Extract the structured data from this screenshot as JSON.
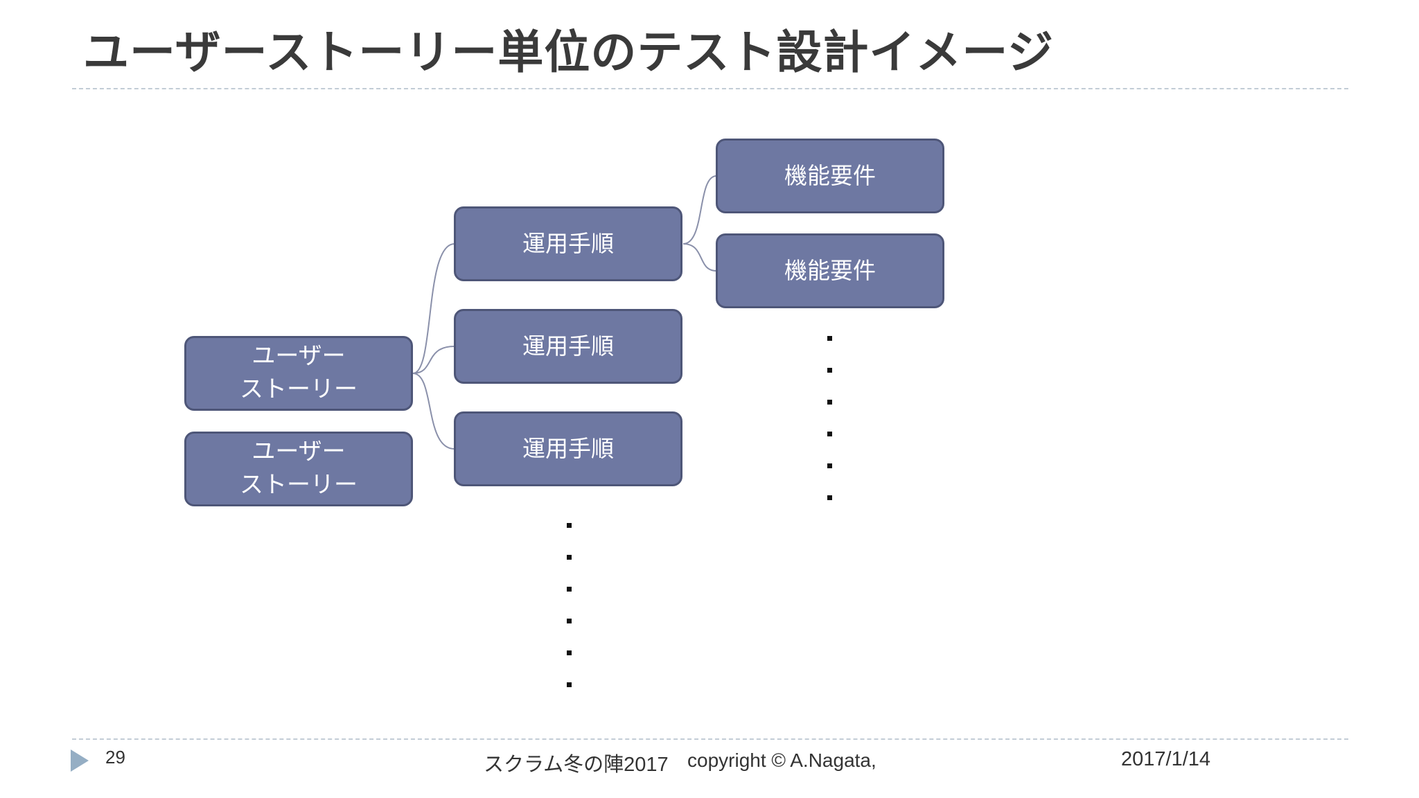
{
  "title": "ユーザーストーリー単位のテスト設計イメージ",
  "diagram": {
    "user_stories": [
      {
        "line1": "ユーザー",
        "line2": "ストーリー"
      },
      {
        "line1": "ユーザー",
        "line2": "ストーリー"
      }
    ],
    "procedures": [
      {
        "label": "運用手順"
      },
      {
        "label": "運用手順"
      },
      {
        "label": "運用手順"
      }
    ],
    "requirements": [
      {
        "label": "機能要件"
      },
      {
        "label": "機能要件"
      }
    ],
    "node_fill_color": "#6e78a2",
    "node_border_color": "#4e5678",
    "connector_color": "#8a90aa"
  },
  "footer": {
    "page_number": "29",
    "event": "スクラム冬の陣2017",
    "copyright": "copyright © A.Nagata,",
    "date": "2017/1/14",
    "arrow_icon": "triangle-right-icon",
    "arrow_color": "#95aec4"
  }
}
